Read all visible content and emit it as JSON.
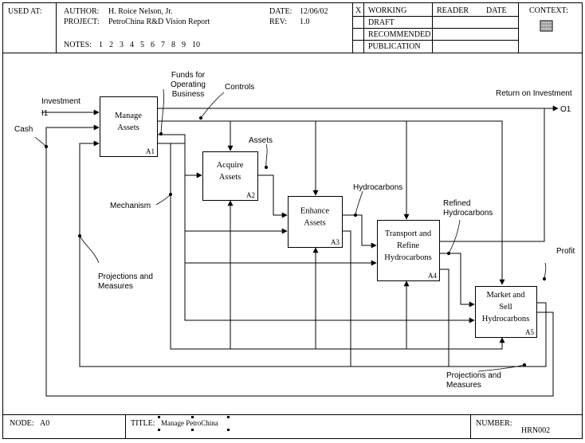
{
  "header": {
    "used_at_label": "USED AT:",
    "author_label": "AUTHOR:",
    "author": "H. Roice Nelson, Jr.",
    "project_label": "PROJECT:",
    "project": "PetroChina R&D Vision Report",
    "notes_label": "NOTES:",
    "notes": [
      "1",
      "2",
      "3",
      "4",
      "5",
      "6",
      "7",
      "8",
      "9",
      "10"
    ],
    "date_label": "DATE:",
    "date": "12/06/02",
    "rev_label": "REV:",
    "rev": "1.0",
    "status_mark": "X",
    "status": [
      "WORKING",
      "DRAFT",
      "RECOMMENDED",
      "PUBLICATION"
    ],
    "reader_label": "READER",
    "date2_label": "DATE",
    "context_label": "CONTEXT:"
  },
  "footer": {
    "node_label": "NODE:",
    "node": "A0",
    "title_label": "TITLE:",
    "title": "Manage PetroChina",
    "number_label": "NUMBER:",
    "number": "HRN002"
  },
  "boxes": [
    {
      "id": "A1",
      "lines": [
        "Manage",
        "Assets"
      ]
    },
    {
      "id": "A2",
      "lines": [
        "Acquire",
        "Assets"
      ]
    },
    {
      "id": "A3",
      "lines": [
        "Enhance",
        "Assets"
      ]
    },
    {
      "id": "A4",
      "lines": [
        "Transport and",
        "Refine",
        "Hydrocarbons"
      ]
    },
    {
      "id": "A5",
      "lines": [
        "Market and",
        "Sell",
        "Hydrocarbons"
      ]
    }
  ],
  "arrow_labels": {
    "investment": "Investment",
    "i1": "I1",
    "cash": "Cash",
    "funds": [
      "Funds for",
      "Operating",
      "Business"
    ],
    "controls": "Controls",
    "assets": "Assets",
    "mechanism": "Mechanism",
    "hydrocarbons": "Hydrocarbons",
    "refined": [
      "Refined",
      "Hydrocarbons"
    ],
    "return_on_investment": "Return on Investment",
    "o1": "O1",
    "profit": "Profit",
    "projections_left": [
      "Projections and",
      "Measures"
    ],
    "projections_bottom": [
      "Projections and",
      "Measures"
    ]
  }
}
